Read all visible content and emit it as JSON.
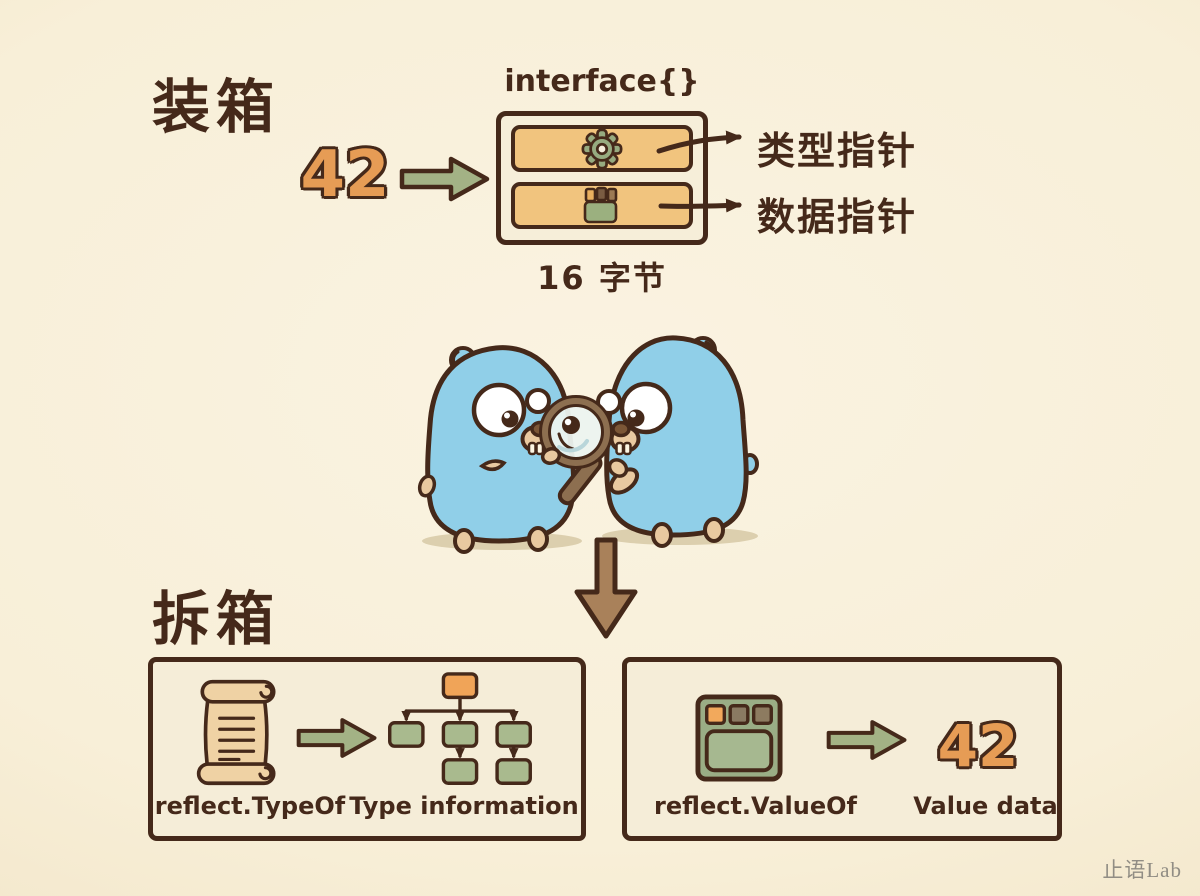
{
  "meta": {
    "watermark": "止语Lab"
  },
  "colors": {
    "background_center": "#faf3e1",
    "background_edge": "#efe1c1",
    "ink": "#45291a",
    "accent_orange": "#e69c55",
    "slot_orange": "#f1c47e",
    "panel_cream": "#f5edd8",
    "arrow_green": "#a3b285",
    "node_green": "#a9ba8e",
    "node_orange": "#f0a458",
    "scroll_tan": "#efd2a4",
    "icon_green": "#9aad85",
    "gopher_blue": "#90cfe8",
    "big_arrow_brown": "#a9815a",
    "watermark_gray": "#918d84"
  },
  "icons": {
    "gear": "⚙",
    "package": "▦",
    "scroll": "📜",
    "type_tree": "type-hierarchy-shape",
    "value_box": "value-box-shape",
    "magnifier": "🔍",
    "right_arrow": "→",
    "down_arrow": "↓"
  },
  "boxing": {
    "heading": "装箱",
    "value": "42",
    "interface_label": "interface{}",
    "type_pointer_label": "类型指针",
    "data_pointer_label": "数据指针",
    "size_label": "16 字节"
  },
  "unboxing": {
    "heading": "拆箱",
    "typeof_panel": {
      "function": "reflect.TypeOf",
      "result": "Type information"
    },
    "valueof_panel": {
      "function": "reflect.ValueOf",
      "result": "Value data",
      "value": "42"
    }
  }
}
